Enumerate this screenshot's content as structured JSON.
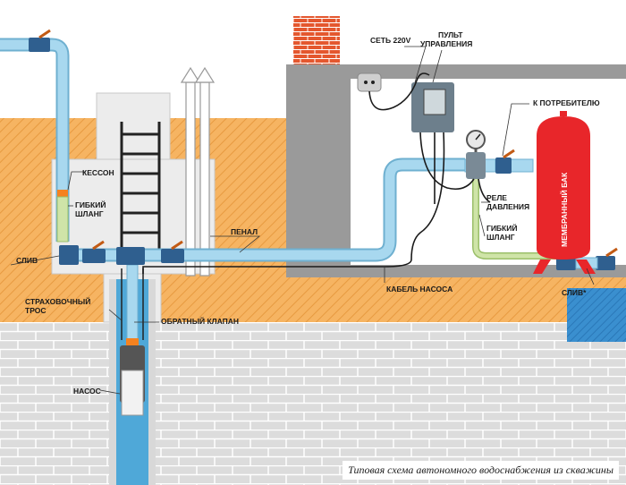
{
  "labels": {
    "network": "СЕТЬ 220V",
    "control_line1": "ПУЛЬТ",
    "control_line2": "УПРАВЛЕНИЯ",
    "consumer": "К ПОТРЕБИТЕЛЮ",
    "caisson": "КЕССОН",
    "flex_hose_left_line1": "ГИБКИЙ",
    "flex_hose_left_line2": "ШЛАНГ",
    "relay_line1": "РЕЛЕ",
    "relay_line2": "ДАВЛЕНИЯ",
    "flex_hose_right_line1": "ГИБКИЙ",
    "flex_hose_right_line2": "ШЛАНГ",
    "tank": "МЕМБРАННЫЙ БАК",
    "casing": "ПЕНАЛ",
    "drain_left": "СЛИВ",
    "drain_right": "СЛИВ*",
    "pump_cable": "КАБЕЛЬ НАСОСА",
    "safety_rope_line1": "СТРАХОВОЧНЫЙ",
    "safety_rope_line2": "ТРОС",
    "check_valve": "ОБРАТНЫЙ КЛАПАН",
    "pump": "НАСОС"
  },
  "caption": "Типовая схема автономного водоснабжения из скважины",
  "colors": {
    "ground": "#f6b462",
    "brick_wall": "#dcdcdc",
    "pipe": "#a8d8ef",
    "water": "#4fa8d8",
    "tank": "#e8262a",
    "valve": "#2f5f8f"
  }
}
